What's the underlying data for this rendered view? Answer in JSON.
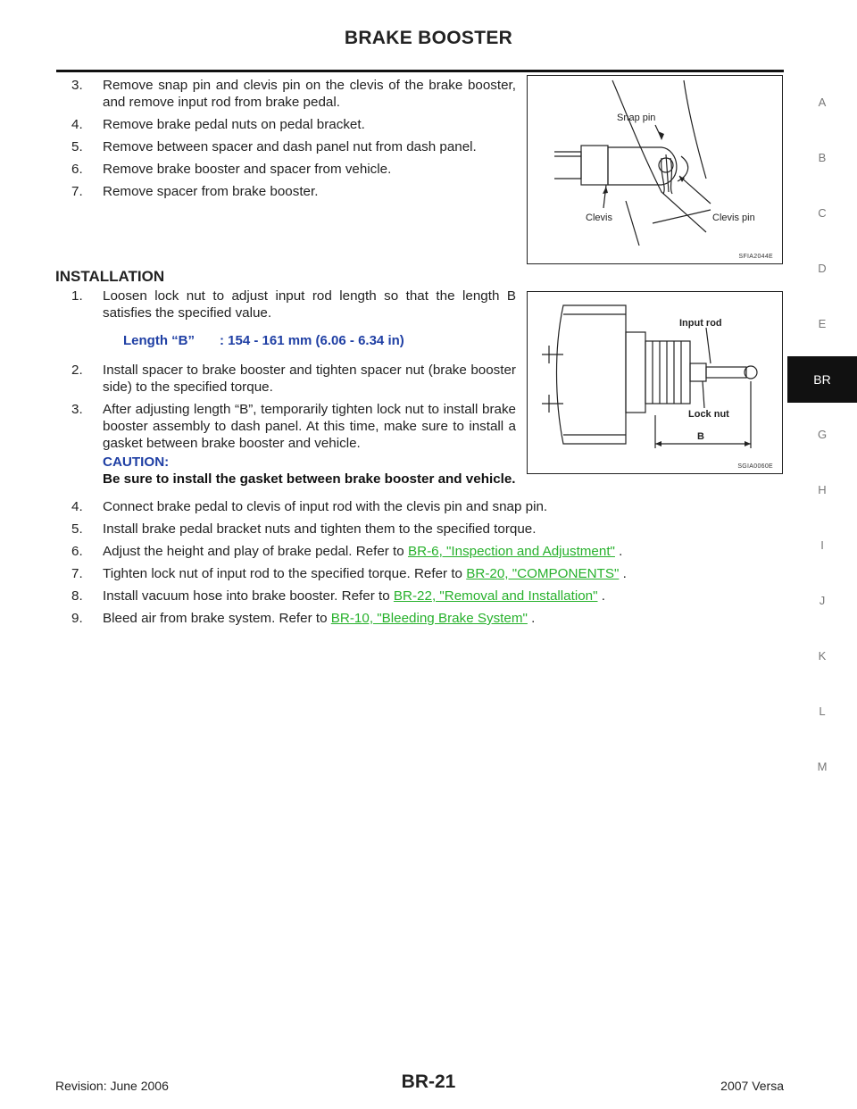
{
  "page": {
    "title": "BRAKE BOOSTER",
    "page_number": "BR-21",
    "revision": "Revision: June 2006",
    "model": "2007 Versa"
  },
  "removal_steps": [
    {
      "num": "3.",
      "text": "Remove snap pin and clevis pin on the clevis of the brake booster, and remove input rod from brake pedal."
    },
    {
      "num": "4.",
      "text": "Remove brake pedal nuts on pedal bracket."
    },
    {
      "num": "5.",
      "text": "Remove between spacer and dash panel nut from dash panel."
    },
    {
      "num": "6.",
      "text": "Remove brake booster and spacer from vehicle."
    },
    {
      "num": "7.",
      "text": "Remove spacer from brake booster."
    }
  ],
  "figure1": {
    "labels": {
      "snap_pin": "Snap pin",
      "clevis": "Clevis",
      "clevis_pin": "Clevis pin"
    },
    "code": "SFIA2044E"
  },
  "installation": {
    "heading": "INSTALLATION",
    "step1": {
      "num": "1.",
      "text": "Loosen lock nut to adjust input rod length so that the length B satisfies the specified value."
    },
    "spec": {
      "label": "Length “B”",
      "value": ": 154 - 161 mm (6.06 - 6.34 in)"
    },
    "step2": {
      "num": "2.",
      "text": "Install spacer to brake booster and tighten spacer nut (brake booster side) to the specified torque."
    },
    "step3": {
      "num": "3.",
      "text": "After adjusting length “B”, temporarily tighten lock nut to install brake booster assembly to dash panel. At this time, make sure to install a gasket between brake booster and vehicle.",
      "caution_label": "CAUTION:",
      "caution_text": "Be sure to install the gasket between brake booster and vehicle."
    },
    "step4": {
      "num": "4.",
      "text": "Connect brake pedal to clevis of input rod with the clevis pin and snap pin."
    },
    "step5": {
      "num": "5.",
      "text": "Install brake pedal bracket nuts and tighten them to the specified torque."
    },
    "step6": {
      "num": "6.",
      "text": "Adjust the height and play of brake pedal. Refer to",
      "link": "BR-6, \"Inspection and Adjustment\"",
      "tail": " ."
    },
    "step7": {
      "num": "7.",
      "text": "Tighten lock nut of input rod to the specified torque. Refer to",
      "link": "BR-20, \"COMPONENTS\"",
      "tail": " ."
    },
    "step8": {
      "num": "8.",
      "text": "Install vacuum hose into brake booster. Refer to",
      "link": "BR-22, \"Removal and Installation\"",
      "tail": " ."
    },
    "step9": {
      "num": "9.",
      "text": "Bleed air from brake system. Refer to",
      "link": "BR-10, \"Bleeding Brake System\"",
      "tail": " ."
    }
  },
  "figure2": {
    "labels": {
      "input_rod": "Input rod",
      "lock_nut": "Lock nut",
      "b": "B"
    },
    "code": "SGIA0060E"
  },
  "side_tabs": [
    "A",
    "B",
    "C",
    "D",
    "E",
    "BR",
    "G",
    "H",
    "I",
    "J",
    "K",
    "L",
    "M"
  ],
  "active_tab": "BR",
  "colors": {
    "caution": "#1f3fa4",
    "link": "#27b12c",
    "active_tab_bg": "#111111"
  }
}
